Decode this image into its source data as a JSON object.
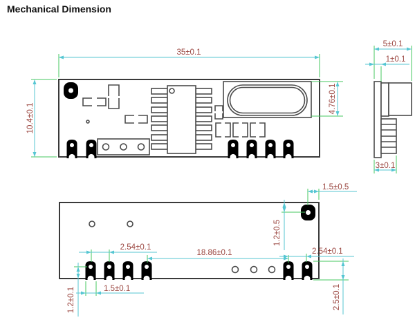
{
  "title": "Mechanical Dimension",
  "colors": {
    "outline": "#3a3a3a",
    "component": "#4a4a4a",
    "dimension_line": "#55c6d2",
    "extension_line": "#46c75f",
    "dimension_text": "#9b4741"
  },
  "top_view": {
    "width_dim": "35±0.1",
    "height_dim": "10.4±0.1",
    "crystal_height_dim": "4.76±0.1"
  },
  "side_view": {
    "total_width_dim": "5±0.1",
    "pcb_thickness_dim": "1±0.1",
    "bottom_width_dim": "3±0.1"
  },
  "bottom_view": {
    "hole_to_edge_x_dim": "1.5±0.5",
    "hole_to_edge_y_dim": "1.2±0.5",
    "left_pin_pitch_dim": "2.54±0.1",
    "pin_group_spacing_dim": "18.86±0.1",
    "right_pin_pitch_dim": "2.54±0.1",
    "pad_width_dim": "1.5±0.1",
    "pad_hole_offset_dim": "1.2±0.1",
    "pad_length_dim": "2.5±0.1"
  }
}
